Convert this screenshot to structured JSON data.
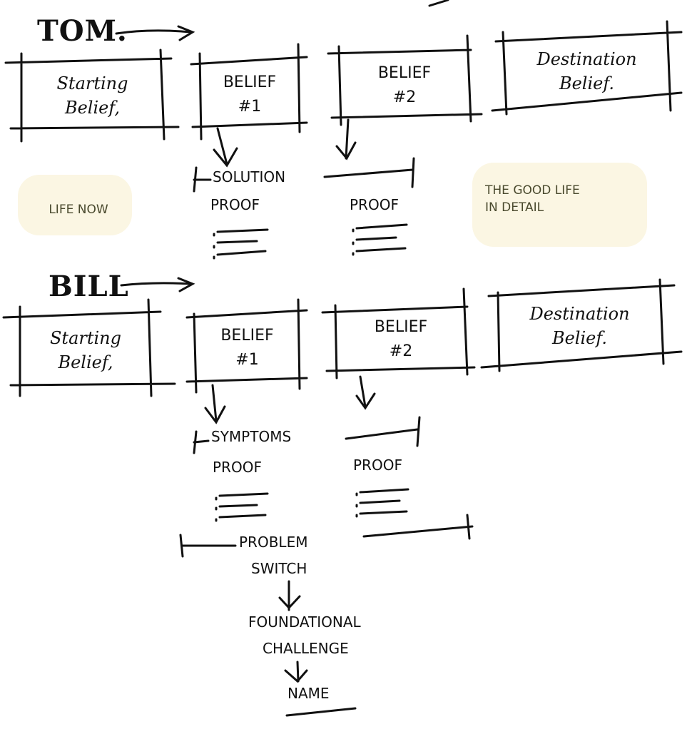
{
  "tom": {
    "name": "TOM.",
    "boxes": [
      {
        "line1": "Starting",
        "line2": "Belief,"
      },
      {
        "line1": "BELIEF",
        "line2": "#1"
      },
      {
        "line1": "BELIEF",
        "line2": "#2"
      },
      {
        "line1": "Destination",
        "line2": "Belief."
      }
    ],
    "bracket_label": "SOLUTION",
    "proof_labels": [
      "PROOF",
      "PROOF"
    ],
    "left_note": "LIFE NOW",
    "right_note_line1": "THE GOOD LIFE",
    "right_note_line2": "IN DETAIL"
  },
  "bill": {
    "name": "BILL",
    "boxes": [
      {
        "line1": "Starting",
        "line2": "Belief,"
      },
      {
        "line1": "BELIEF",
        "line2": "#1"
      },
      {
        "line1": "BELIEF",
        "line2": "#2"
      },
      {
        "line1": "Destination",
        "line2": "Belief."
      }
    ],
    "bracket_label": "SYMPTOMS",
    "proof_labels": [
      "PROOF",
      "PROOF"
    ],
    "problem_line1": "PROBLEM",
    "problem_line2": "SWITCH",
    "foundational_line1": "FOUNDATIONAL",
    "foundational_line2": "CHALLENGE",
    "final": "NAME"
  },
  "colors": {
    "ink": "#111111",
    "highlight": "#fbf6e3",
    "note_ink": "#4a4a2e"
  }
}
